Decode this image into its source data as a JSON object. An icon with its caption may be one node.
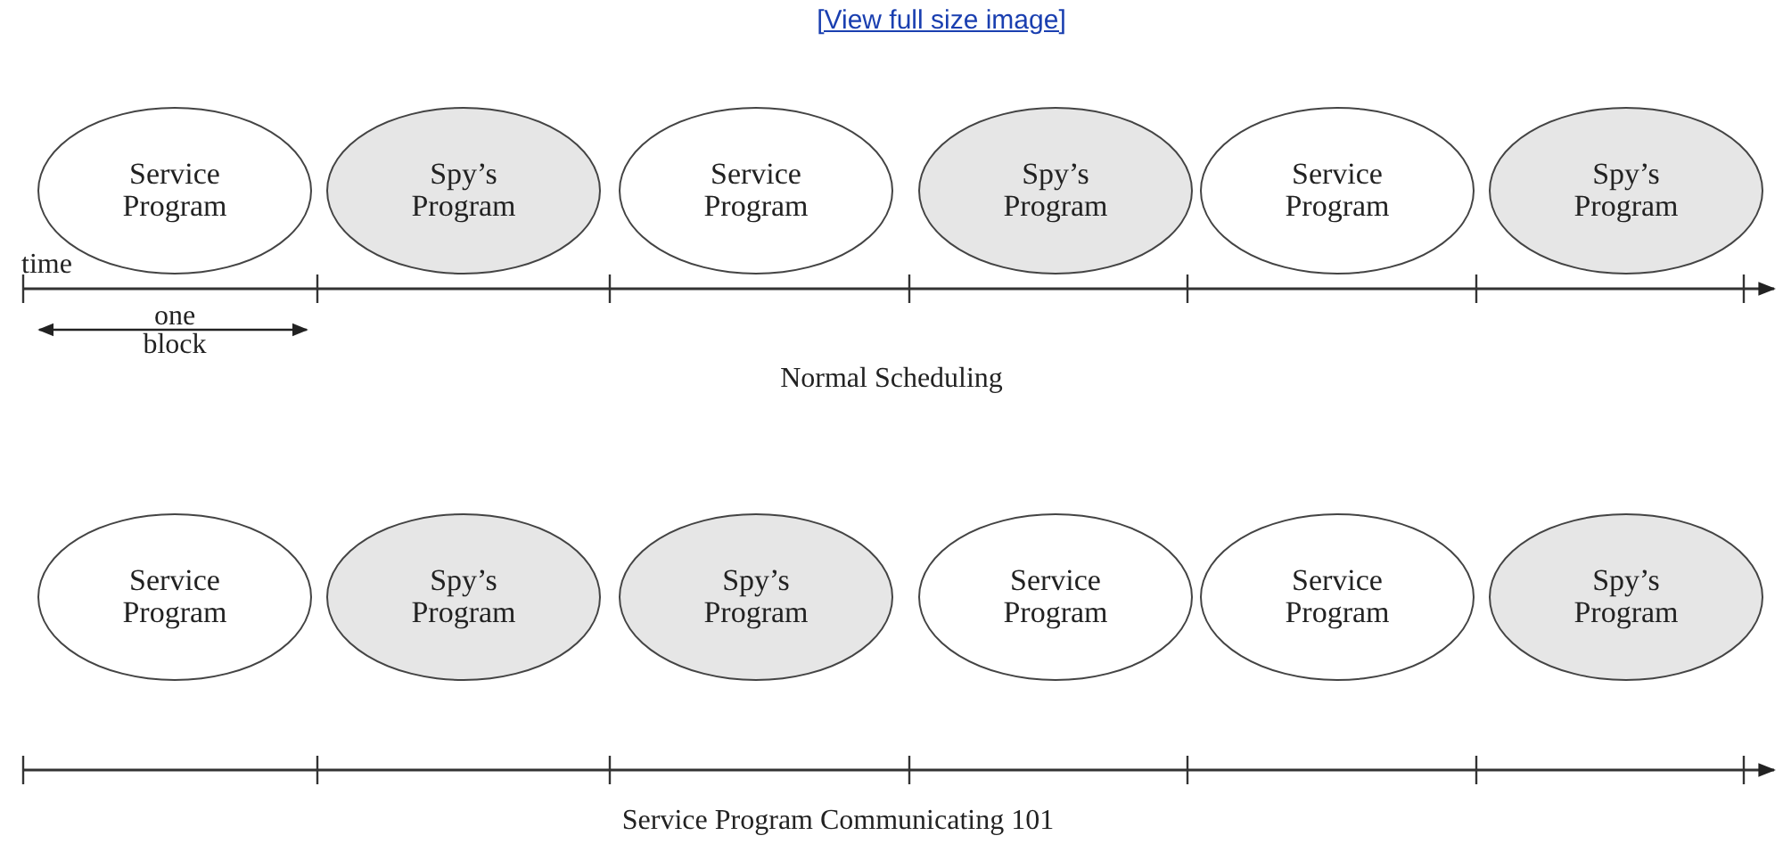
{
  "diagram": {
    "nodes": [
      {
        "text": [
          "Service Program"
        ]
      },
      {
        "text": [
          "Spy’s Program"
        ]
      },
      {
        "text": [
          "Service Program"
        ]
      },
      {
        "text": [
          "Spy’s Program"
        ]
      },
      {
        "text": [
          "Service Program"
        ]
      },
      {
        "text": [
          "Spy’s Program"
        ]
      },
      {
        "text": [
          "Service Program"
        ]
      },
      {
        "text": [
          "Spy’s Program"
        ]
      },
      {
        "text": [
          "Spy’s Program"
        ]
      },
      {
        "text": [
          "Service Program"
        ]
      },
      {
        "text": [
          "Service Program"
        ]
      },
      {
        "text": [
          "Spy’s Program"
        ]
      }
    ],
    "edges": [],
    "labels": [
      "[View full size image]",
      "time",
      "one block",
      "Normal Scheduling",
      "Service Program Communicating 101"
    ]
  }
}
